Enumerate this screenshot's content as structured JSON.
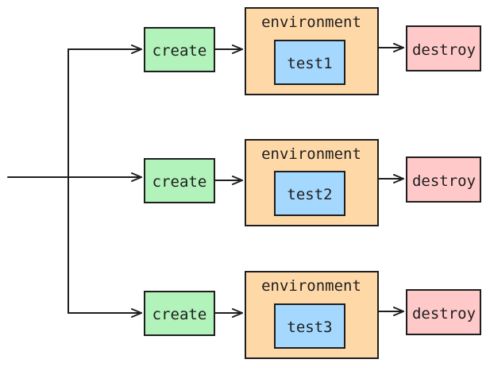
{
  "colors": {
    "create": "#b2f2bb",
    "environment": "#ffd8a8",
    "test": "#a5d8ff",
    "destroy": "#ffc9c9",
    "stroke": "#1e1e1e"
  },
  "rows": [
    {
      "create_label": "create",
      "env_label": "environment",
      "test_label": "test1",
      "destroy_label": "destroy"
    },
    {
      "create_label": "create",
      "env_label": "environment",
      "test_label": "test2",
      "destroy_label": "destroy"
    },
    {
      "create_label": "create",
      "env_label": "environment",
      "test_label": "test3",
      "destroy_label": "destroy"
    }
  ]
}
